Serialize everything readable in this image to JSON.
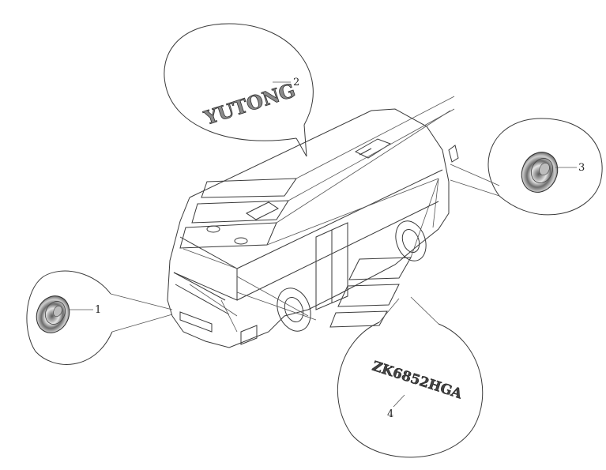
{
  "callouts": [
    {
      "id": 1,
      "label": "1"
    },
    {
      "id": 2,
      "label": "2"
    },
    {
      "id": 3,
      "label": "3"
    },
    {
      "id": 4,
      "label": "4"
    }
  ],
  "emblems": {
    "logo_text": "YUTONG",
    "model_text": "ZK6852HGA"
  },
  "colors": {
    "line": "#3a3a3a",
    "badge_dark": "#2f2f2f",
    "badge_mid": "#8a8a8a",
    "badge_light": "#d9d9d9"
  }
}
